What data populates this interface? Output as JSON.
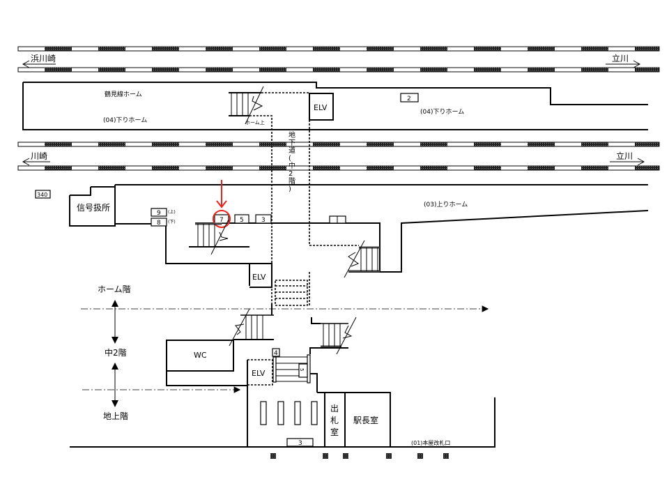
{
  "diagram": {
    "title": "駅構内図",
    "directions": {
      "top_left": "浜川崎",
      "top_right": "立川",
      "mid_left": "川崎",
      "mid_right": "立川"
    },
    "platforms": {
      "tsurumi_line": "鶴見線ホーム",
      "down_04_left": "(04)下りホーム",
      "down_04_right": "(04)下りホーム",
      "up_03": "(03)上りホーム"
    },
    "underpass_label": "地下道(中2階)",
    "stair_note": "ホーム上",
    "rooms": {
      "signal": "信号扱所",
      "wc": "WC",
      "ticket_office": "出札室",
      "station_master": "駅長室",
      "gate": "(01)本屋改札口"
    },
    "elevators": [
      "ELV",
      "ELV",
      "ELV"
    ],
    "floor_levels": {
      "home": "ホーム階",
      "mezzanine": "中2階",
      "ground": "地上階"
    },
    "number_boxes": {
      "b340": "340",
      "b2": "2",
      "b9": "9",
      "b9_note": "(上)",
      "b8": "8",
      "b8_note": "(下)",
      "b7": "7",
      "b5": "5",
      "b3": "3",
      "b4": "4",
      "b5_small": "5",
      "b3_bottom": "3"
    },
    "highlight": {
      "target": "7",
      "color": "#e8221a"
    }
  }
}
